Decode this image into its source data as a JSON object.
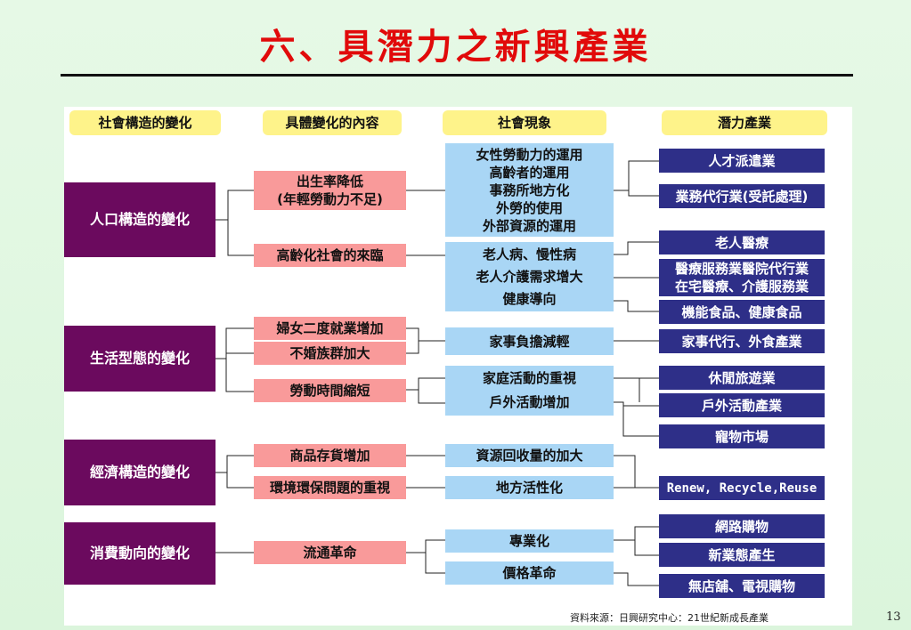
{
  "title": "六、具潛力之新興產業",
  "headers": [
    "社會構造的變化",
    "具體變化的內容",
    "社會現象",
    "潛力產業"
  ],
  "categories": [
    "人口構造的變化",
    "生活型態的變化",
    "經濟構造的變化",
    "消費動向的變化"
  ],
  "contents": [
    [
      "出生率降低",
      "(年輕勞動力不足)"
    ],
    [
      "高齡化社會的來臨"
    ],
    [
      "婦女二度就業增加"
    ],
    [
      "不婚族群加大"
    ],
    [
      "勞動時間縮短"
    ],
    [
      "商品存貨增加"
    ],
    [
      "環境環保問題的重視"
    ],
    [
      "流通革命"
    ]
  ],
  "phenomena": [
    [
      "女性勞動力的運用",
      "高齡者的運用",
      "事務所地方化",
      "外勞的使用",
      "外部資源的運用"
    ],
    [
      "老人病、慢性病",
      "老人介護需求增大",
      "健康導向"
    ],
    [
      "家事負擔減輕"
    ],
    [
      "家庭活動的重視",
      "戶外活動增加"
    ],
    [
      "資源回收量的加大"
    ],
    [
      "地方活性化"
    ],
    [
      "專業化"
    ],
    [
      "價格革命"
    ]
  ],
  "industries": [
    [
      "人才派遣業"
    ],
    [
      "業務代行業(受託處理)"
    ],
    [
      "老人醫療"
    ],
    [
      "醫療服務業醫院代行業",
      "在宅醫療、介護服務業"
    ],
    [
      "機能食品、健康食品"
    ],
    [
      "家事代行、外食產業"
    ],
    [
      "休閒旅遊業"
    ],
    [
      "戶外活動產業"
    ],
    [
      "寵物市場"
    ],
    [
      "Renew, Recycle,Reuse"
    ],
    [
      "網路購物"
    ],
    [
      "新業態產生"
    ],
    [
      "無店舖、電視購物"
    ]
  ],
  "source": "資料來源：日興研究中心：21世紀新成長產業",
  "page_number": "13",
  "colors": {
    "title": "#e10a0a",
    "header": "#fef38a",
    "category": "#6b0a5e",
    "content": "#f99a9a",
    "phenomenon": "#a9d6f5",
    "industry": "#2e2f88"
  }
}
